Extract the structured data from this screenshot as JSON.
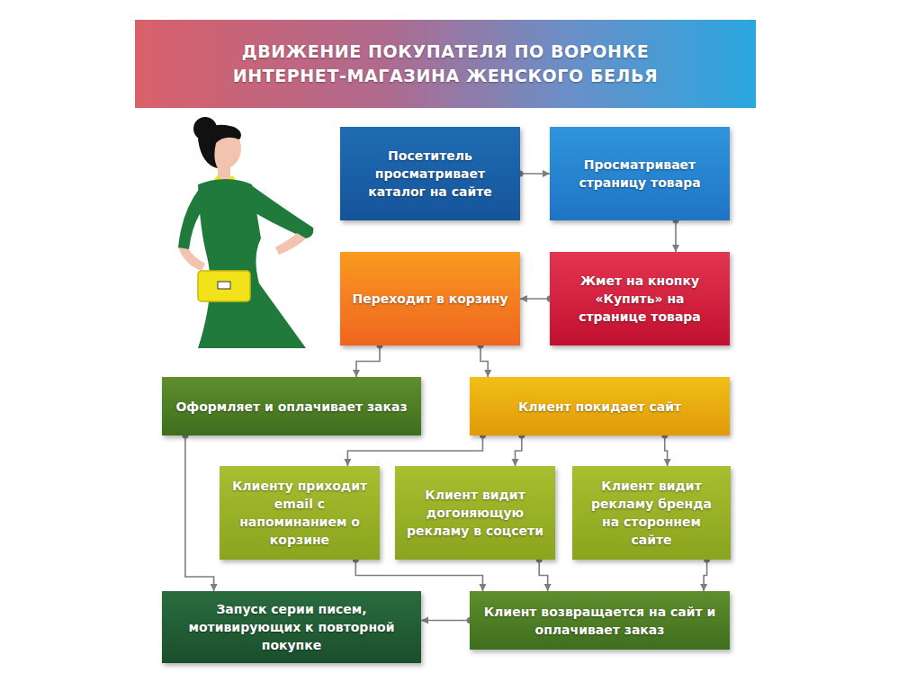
{
  "diagram": {
    "title": "ДВИЖЕНИЕ ПОКУПАТЕЛЯ ПО ВОРОНКЕ ИНТЕРНЕТ-МАГАЗИНА ЖЕНСКОГО БЕЛЬЯ",
    "nodes": [
      {
        "text": [
          "Посетитель просматривает каталог на сайте"
        ]
      },
      {
        "text": [
          "Просматривает страницу товара"
        ]
      },
      {
        "text": [
          "Переходит в корзину"
        ]
      },
      {
        "text": [
          "Жмет на кнопку «Купить» на странице товара"
        ]
      },
      {
        "text": [
          "Оформляет и оплачивает заказ"
        ]
      },
      {
        "text": [
          "Клиент покидает сайт"
        ]
      },
      {
        "text": [
          "Клиенту приходит email с напоминанием о корзине"
        ]
      },
      {
        "text": [
          "Клиент видит догоняющую рекламу в соцсети"
        ]
      },
      {
        "text": [
          "Клиент видит рекламу бренда на стороннем сайте"
        ]
      },
      {
        "text": [
          "Запуск серии писем, мотивирующих к повторной покупке"
        ]
      },
      {
        "text": [
          "Клиент возвращается на сайт и оплачивает заказ"
        ]
      }
    ],
    "edges": [
      {
        "from": 0,
        "to": 1,
        "arrow": "to"
      },
      {
        "from": 1,
        "to": 3,
        "arrow": "to"
      },
      {
        "from": 3,
        "to": 2,
        "arrow": "to"
      },
      {
        "from": 2,
        "to": 4,
        "arrow": "to"
      },
      {
        "from": 2,
        "to": 5,
        "arrow": "to"
      },
      {
        "from": 5,
        "to": 6,
        "arrow": "to"
      },
      {
        "from": 5,
        "to": 7,
        "arrow": "to"
      },
      {
        "from": 5,
        "to": 8,
        "arrow": "to"
      },
      {
        "from": 4,
        "to": 9,
        "arrow": "to"
      },
      {
        "from": 6,
        "to": 10,
        "arrow": "to"
      },
      {
        "from": 7,
        "to": 10,
        "arrow": "to"
      },
      {
        "from": 8,
        "to": 10,
        "arrow": "to"
      },
      {
        "from": 10,
        "to": 9,
        "arrow": "to"
      }
    ]
  }
}
